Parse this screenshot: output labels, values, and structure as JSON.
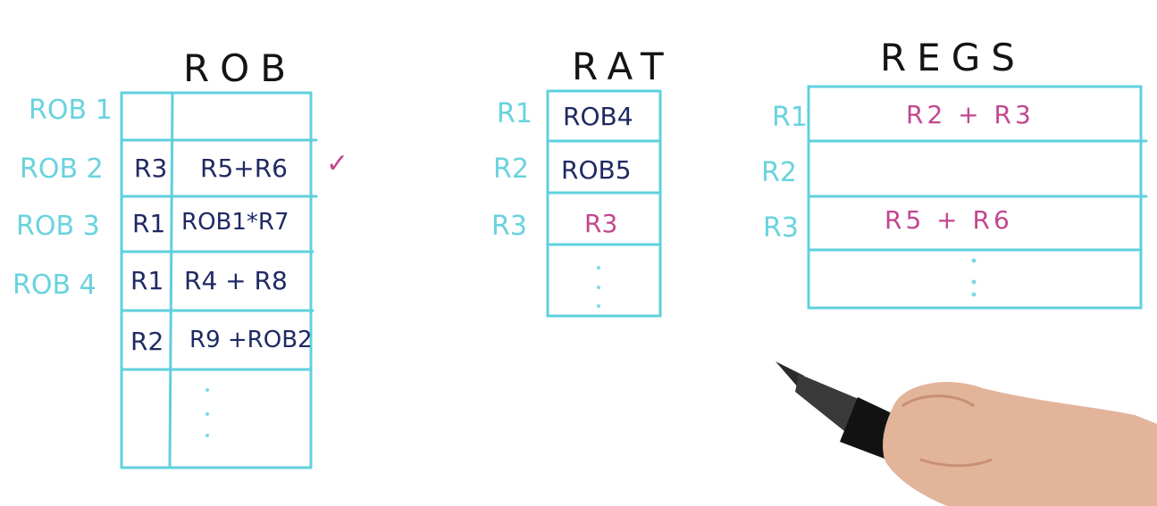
{
  "rob": {
    "title": "ROB",
    "row_labels": [
      "ROB 1",
      "ROB 2",
      "ROB 3",
      "ROB 4"
    ],
    "rows": [
      {
        "reg": "",
        "value": ""
      },
      {
        "reg": "R3",
        "value": "R5+R6"
      },
      {
        "reg": "R1",
        "value": "ROB1*R7"
      },
      {
        "reg": "R1",
        "value": "R4 + R8"
      },
      {
        "reg": "R2",
        "value": "R9 +ROB2"
      }
    ],
    "check_mark": "✓"
  },
  "rat": {
    "title": "RAT",
    "row_labels": [
      "R1",
      "R2",
      "R3"
    ],
    "values": [
      "ROB4",
      "ROB5",
      "R3"
    ]
  },
  "regs": {
    "title": "REGS",
    "row_labels": [
      "R1",
      "R2",
      "R3"
    ],
    "values": [
      "R2 + R3",
      "",
      "R5 + R6"
    ]
  },
  "colors": {
    "grid": "#5fd0de",
    "label": "#69d3de",
    "ink_dark": "#1f2a63",
    "ink_magenta": "#c2478f",
    "title": "#141414"
  }
}
